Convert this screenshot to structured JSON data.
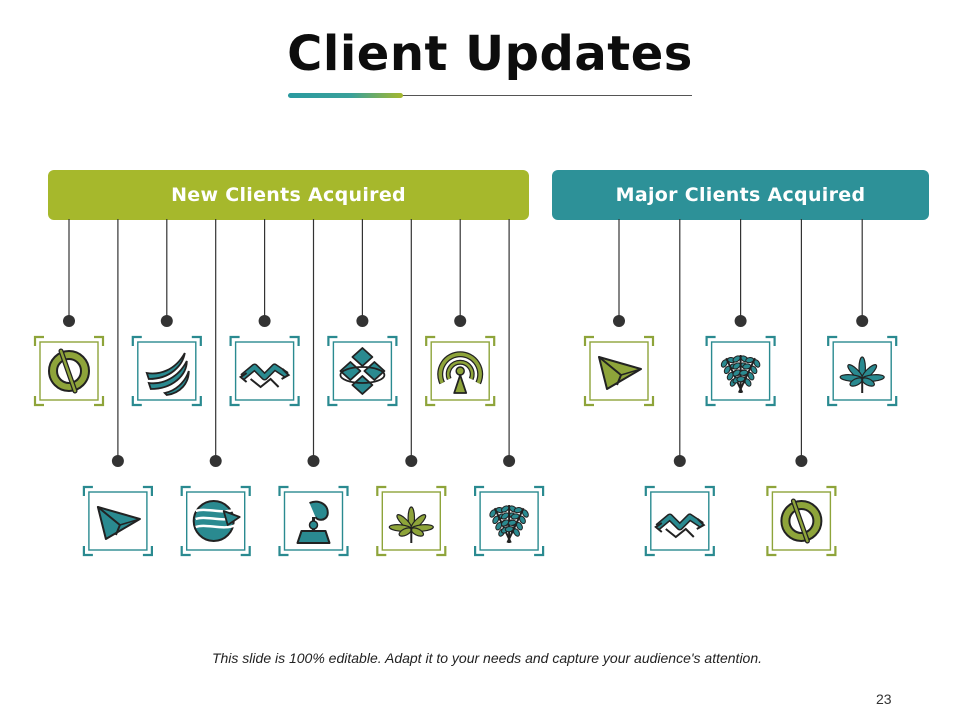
{
  "slide": {
    "title": "Client Updates",
    "footer_note": "This slide is 100% editable. Adapt it to your needs and capture your audience's attention.",
    "page_number": "23"
  },
  "colors": {
    "green": "#a6b82c",
    "teal": "#2d9198",
    "icon_green": "#8ea43a",
    "icon_teal": "#2a8a90",
    "dark": "#222222"
  },
  "groups": [
    {
      "id": "new",
      "label": "New Clients Acquired",
      "color": "#a6b82c",
      "icons": [
        {
          "name": "no-entry-circle-icon",
          "row": "top",
          "color": "green"
        },
        {
          "name": "paper-plane-icon",
          "row": "bottom",
          "color": "teal"
        },
        {
          "name": "swoosh-stripes-icon",
          "row": "top",
          "color": "teal"
        },
        {
          "name": "striped-globe-arrow-icon",
          "row": "bottom",
          "color": "teal"
        },
        {
          "name": "zigzag-arrows-icon",
          "row": "top",
          "color": "teal"
        },
        {
          "name": "gramophone-trophy-icon",
          "row": "bottom",
          "color": "teal"
        },
        {
          "name": "diamond-cluster-icon",
          "row": "top",
          "color": "teal"
        },
        {
          "name": "cannabis-leaf-icon",
          "row": "bottom",
          "color": "green"
        },
        {
          "name": "radar-signal-icon",
          "row": "top",
          "color": "green"
        },
        {
          "name": "wheat-icon",
          "row": "bottom",
          "color": "teal"
        }
      ]
    },
    {
      "id": "major",
      "label": "Major Clients Acquired",
      "color": "#2d9198",
      "icons": [
        {
          "name": "paper-plane-icon",
          "row": "top",
          "color": "green"
        },
        {
          "name": "zigzag-arrows-icon",
          "row": "bottom",
          "color": "teal"
        },
        {
          "name": "wheat-icon",
          "row": "top",
          "color": "teal"
        },
        {
          "name": "no-entry-circle-icon",
          "row": "bottom",
          "color": "green"
        },
        {
          "name": "cannabis-leaf-icon",
          "row": "top",
          "color": "teal"
        }
      ]
    }
  ]
}
